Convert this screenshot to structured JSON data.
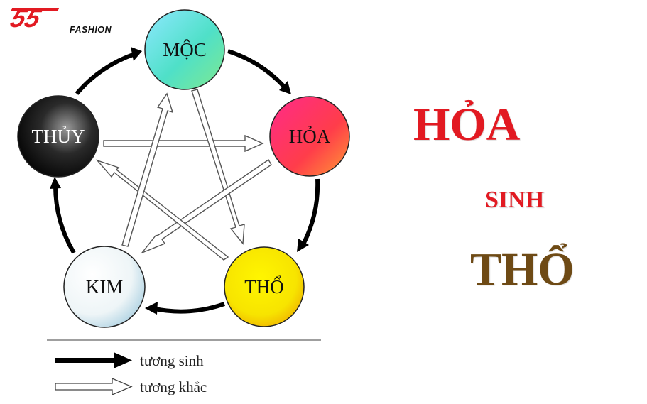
{
  "brand": {
    "logo_text": "55",
    "name": "FASHION",
    "logo_color": "#e21a22"
  },
  "nodes": {
    "moc": "MỘC",
    "hoa": "HỎA",
    "tho": "THỔ",
    "kim": "KIM",
    "thuy": "THỦY"
  },
  "legend": {
    "sinh": "tương sinh",
    "khac": "tương khắc"
  },
  "headline": {
    "element_1": "HỎA",
    "relation": "SINH",
    "element_2": "THỔ"
  },
  "colors": {
    "headline_red": "#e21a22",
    "headline_brown": "#6e4a15"
  }
}
